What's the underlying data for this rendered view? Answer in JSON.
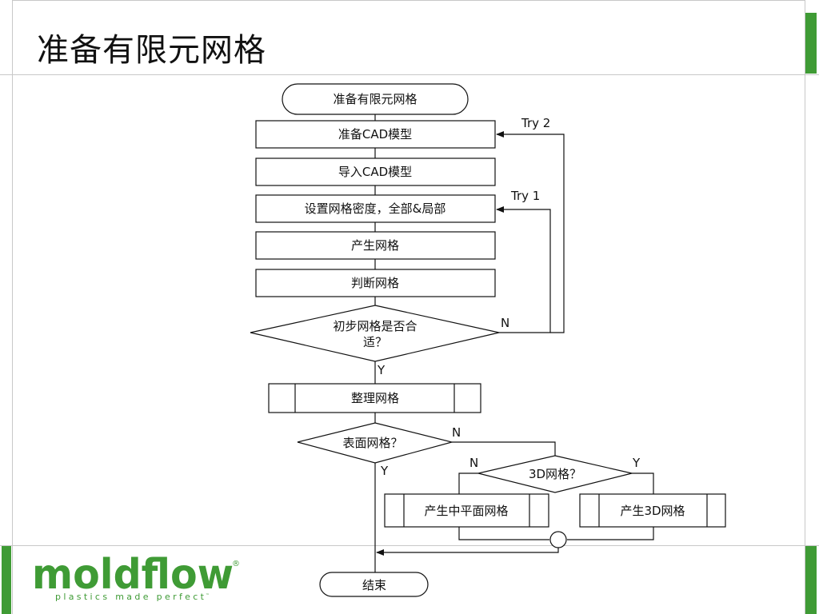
{
  "slide": {
    "title": "准备有限元网格",
    "brand_color": "#3f9b35"
  },
  "flowchart": {
    "start": "准备有限元网格",
    "step_cad": "准备CAD模型",
    "step_import": "导入CAD模型",
    "step_density": "设置网格密度，全部&局部",
    "step_generate": "产生网格",
    "step_judge": "判断网格",
    "decision_initial_line1": "初步网格是否合",
    "decision_initial_line2": "适？",
    "step_clean": "整理网格",
    "decision_surface": "表面网格？",
    "decision_3d": "3D网格？",
    "step_midplane": "产生中平面网格",
    "step_3d": "产生3D网格",
    "end": "结束",
    "labels": {
      "try2": "Try 2",
      "try1": "Try 1",
      "n_initial": "N",
      "y_initial": "Y",
      "n_surface": "N",
      "y_surface": "Y",
      "n_3d": "N",
      "y_3d": "Y"
    }
  },
  "logo": {
    "name": "moldflow",
    "registered": "®",
    "tagline": "plastics made perfect",
    "tm": "™"
  }
}
